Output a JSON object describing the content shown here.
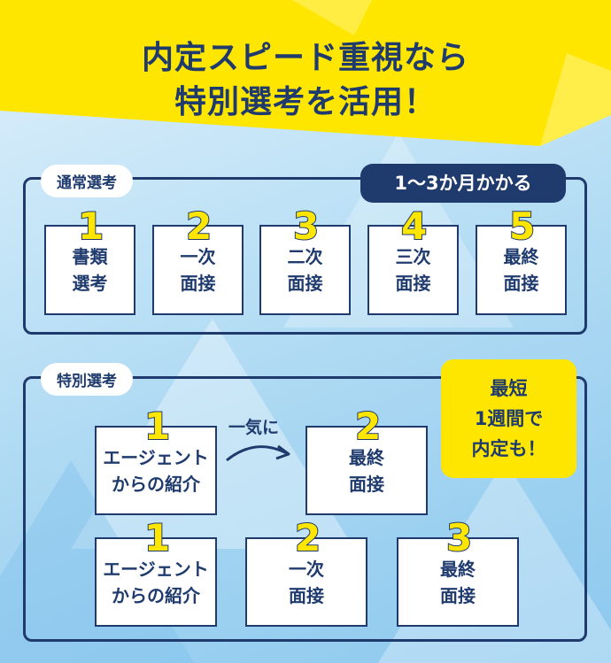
{
  "title": {
    "line1": "内定スピード重視なら",
    "line2": "特別選考を活用！"
  },
  "normal": {
    "label": "通常選考",
    "duration": "1〜3か月かかる",
    "steps": [
      {
        "num": "1",
        "line1": "書類",
        "line2": "選考"
      },
      {
        "num": "2",
        "line1": "一次",
        "line2": "面接"
      },
      {
        "num": "3",
        "line1": "二次",
        "line2": "面接"
      },
      {
        "num": "4",
        "line1": "三次",
        "line2": "面接"
      },
      {
        "num": "5",
        "line1": "最終",
        "line2": "面接"
      }
    ]
  },
  "special": {
    "label": "特別選考",
    "callout": {
      "line1": "最短",
      "line2": "1週間で",
      "line3": "内定も！"
    },
    "arrow_label": "一気に",
    "route1": [
      {
        "num": "1",
        "line1": "エージェント",
        "line2": "からの紹介"
      },
      {
        "num": "2",
        "line1": "最終",
        "line2": "面接"
      }
    ],
    "route2": [
      {
        "num": "1",
        "line1": "エージェント",
        "line2": "からの紹介"
      },
      {
        "num": "2",
        "line1": "一次",
        "line2": "面接"
      },
      {
        "num": "3",
        "line1": "最終",
        "line2": "面接"
      }
    ]
  },
  "colors": {
    "navy": "#1f3b6e",
    "yellow": "#ffe600",
    "sky": "#a9d7f2"
  }
}
